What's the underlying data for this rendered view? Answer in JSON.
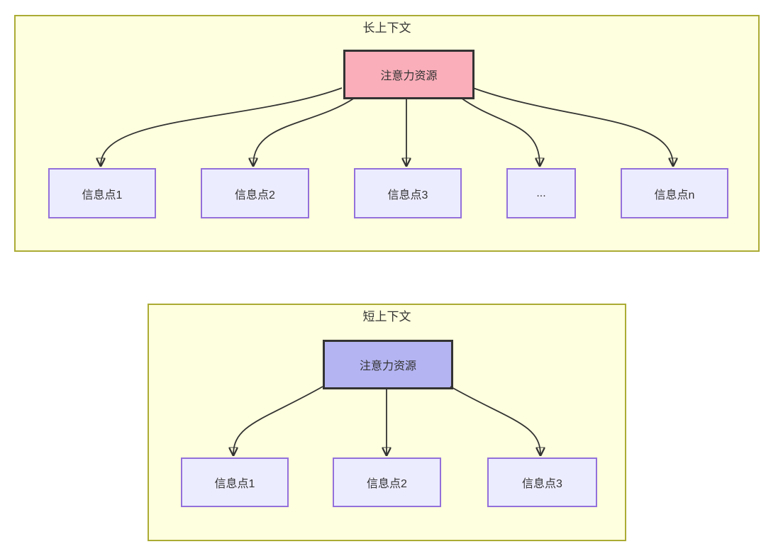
{
  "long_context": {
    "title": "长上下文",
    "attention_label": "注意力资源",
    "info_points": [
      "信息点1",
      "信息点2",
      "信息点3",
      "...",
      "信息点n"
    ]
  },
  "short_context": {
    "title": "短上下文",
    "attention_label": "注意力资源",
    "info_points": [
      "信息点1",
      "信息点2",
      "信息点3"
    ]
  },
  "colors": {
    "container_fill": "#feffde",
    "container_border": "#abab35",
    "attention_long_fill": "#f9aeb9",
    "attention_short_fill": "#b4b4f2",
    "attention_border": "#333333",
    "info_fill": "#ececff",
    "info_border": "#9370db",
    "arrow": "#333333",
    "text": "#333333"
  }
}
